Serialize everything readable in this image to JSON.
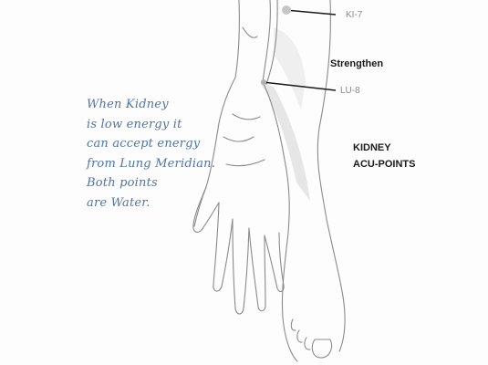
{
  "note": {
    "lines": [
      "When Kidney",
      "is low energy it",
      "can accept energy",
      "from Lung Meridian.",
      "Both points",
      "are Water."
    ]
  },
  "points": {
    "ki7": "KI-7",
    "lu8": "LU-8"
  },
  "strengthen": "Strengthen",
  "title": {
    "line1": "KIDNEY",
    "line2": "ACU-POINTS"
  },
  "colors": {
    "note_text": "#4f74a6",
    "point_marker": "#c6c6c6",
    "leader_line": "#1a1a1a",
    "sketch_line": "#8a8a8a"
  }
}
